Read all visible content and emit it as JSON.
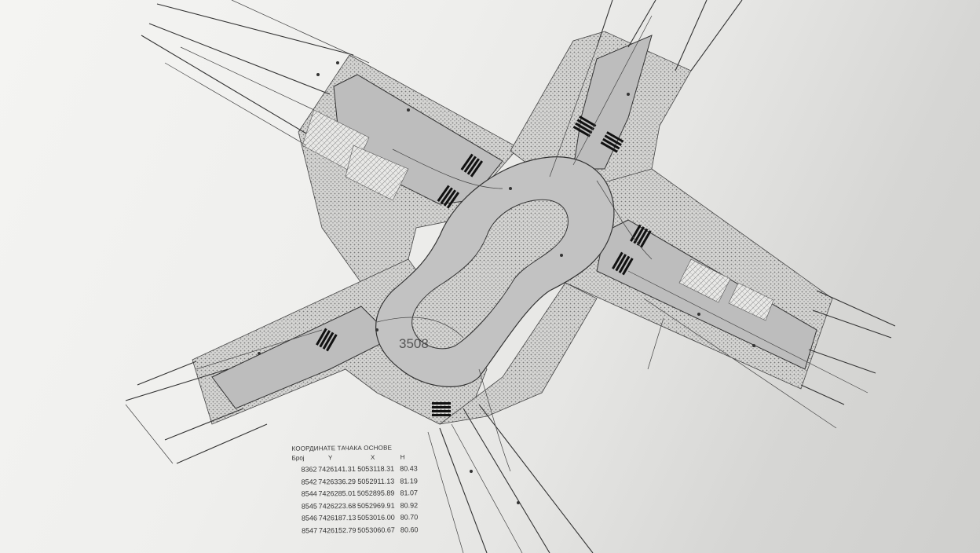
{
  "plan": {
    "center_label": "3508",
    "colors": {
      "paper": "#efefed",
      "road": "#bdbdbd",
      "hatch": "#9a9a9a",
      "line": "#333333"
    }
  },
  "coordinates_table": {
    "title": "КООРДИНАТЕ ТАЧАКА ОСНОВЕ",
    "columns": [
      "Број",
      "Y",
      "X",
      "H"
    ],
    "rows": [
      [
        "8362",
        "7426141.31",
        "5053118.31",
        "80.43"
      ],
      [
        "8542",
        "7426336.29",
        "5052911.13",
        "81.19"
      ],
      [
        "8544",
        "7426285.01",
        "5052895.89",
        "81.07"
      ],
      [
        "8545",
        "7426223.68",
        "5052969.91",
        "80.92"
      ],
      [
        "8546",
        "7426187.13",
        "5053016.00",
        "80.70"
      ],
      [
        "8547",
        "7426152.79",
        "5053060.67",
        "80.60"
      ]
    ]
  }
}
